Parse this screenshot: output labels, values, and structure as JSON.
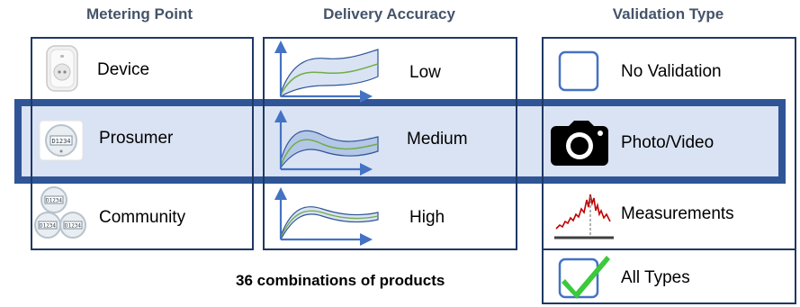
{
  "headers": {
    "metering_point": "Metering Point",
    "delivery_accuracy": "Delivery Accuracy",
    "validation_type": "Validation Type"
  },
  "metering_point": {
    "items": [
      {
        "label": "Device",
        "icon": "smart-plug-icon"
      },
      {
        "label": "Prosumer",
        "icon": "smart-meter-icon"
      },
      {
        "label": "Community",
        "icon": "multiple-meters-icon"
      }
    ]
  },
  "delivery_accuracy": {
    "items": [
      {
        "label": "Low",
        "icon": "wide-band-curve-icon"
      },
      {
        "label": "Medium",
        "icon": "medium-band-curve-icon"
      },
      {
        "label": "High",
        "icon": "narrow-band-curve-icon"
      }
    ]
  },
  "validation_type": {
    "items": [
      {
        "label": "No Validation",
        "icon": "empty-checkbox-icon"
      },
      {
        "label": "Photo/Video",
        "icon": "camera-icon"
      },
      {
        "label": "Measurements",
        "icon": "measurement-graph-icon"
      },
      {
        "label": "All Types",
        "icon": "checked-checkbox-icon"
      }
    ]
  },
  "footer": "36 combinations of products",
  "colors": {
    "header_text": "#44546a",
    "box_border": "#1f3864",
    "highlight_fill": "#dae3f3",
    "highlight_border": "#2f5597",
    "arrow": "#4472c4",
    "curve": "#70ad47",
    "check": "#3cc93c"
  }
}
